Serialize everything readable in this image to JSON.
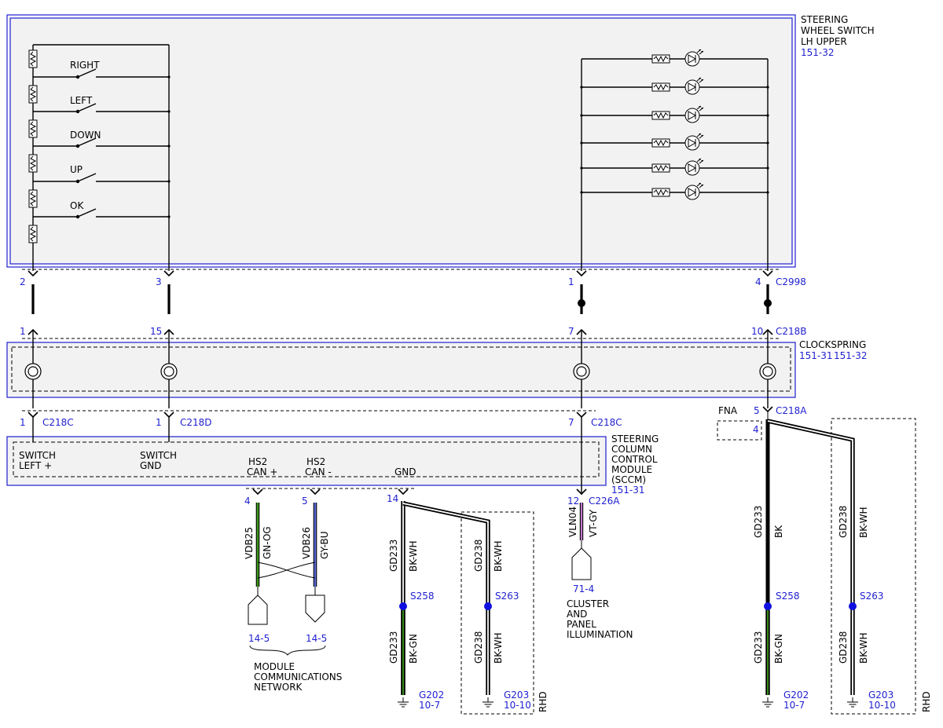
{
  "components": {
    "steering_wheel_switch": {
      "name_lines": [
        "STEERING",
        "WHEEL SWITCH",
        "LH UPPER"
      ],
      "ref": "151-32",
      "switches": [
        "RIGHT",
        "LEFT",
        "DOWN",
        "UP",
        "OK"
      ]
    },
    "clockspring": {
      "name": "CLOCKSPRING",
      "refs": [
        "151-31",
        "151-32"
      ]
    },
    "sccm": {
      "name_lines": [
        "STEERING",
        "COLUMN",
        "CONTROL",
        "MODULE",
        "(SCCM)"
      ],
      "ref": "151-31",
      "pins": [
        {
          "lines": [
            "SWITCH",
            "LEFT +"
          ]
        },
        {
          "lines": [
            "SWITCH",
            "GND"
          ]
        },
        {
          "lines": [
            "HS2",
            "CAN +"
          ]
        },
        {
          "lines": [
            "HS2",
            "CAN -"
          ]
        },
        {
          "lines": [
            "GND"
          ]
        }
      ]
    }
  },
  "connectors": {
    "c2998": "C2998",
    "c218b": "C218B",
    "c218c": "C218C",
    "c218d": "C218D",
    "c218a": "C218A",
    "c226a": "C226A",
    "fna": "FNA"
  },
  "pins": {
    "c2998": [
      "2",
      "3",
      "1",
      "4"
    ],
    "c218b": [
      "1",
      "15",
      "7",
      "10"
    ],
    "c218c_left": "1",
    "c218d": "1",
    "c218c_right": "7",
    "c218a": "5",
    "fna": "4",
    "can_plus": "4",
    "can_minus": "5",
    "gnd": "14",
    "c226a": "12"
  },
  "circuits": {
    "vdb25": {
      "id": "VDB25",
      "color": "GN-OG"
    },
    "vdb26": {
      "id": "VDB26",
      "color": "GY-BU"
    },
    "gd233_upper": {
      "id": "GD233",
      "color": "BK-WH"
    },
    "gd238_upper": {
      "id": "GD238",
      "color": "BK-WH"
    },
    "gd233_lower": {
      "id": "GD233",
      "color": "BK-GN"
    },
    "gd238_lower": {
      "id": "GD238",
      "color": "BK-WH"
    },
    "vln04": {
      "id": "VLN04",
      "color": "VT-GY"
    },
    "rhd_gd233_upper": {
      "id": "GD233",
      "color": "BK"
    },
    "rhd_gd238_upper": {
      "id": "GD238",
      "color": "BK-WH"
    },
    "rhd_gd233_lower": {
      "id": "GD233",
      "color": "BK-GN"
    },
    "rhd_gd238_lower": {
      "id": "GD238",
      "color": "BK-WH"
    }
  },
  "splices": {
    "s258": "S258",
    "s263": "S263"
  },
  "grounds": {
    "g202": {
      "id": "G202",
      "ref": "10-7"
    },
    "g203": {
      "id": "G203",
      "ref": "10-10"
    }
  },
  "references": {
    "module_comm": {
      "ref_left": "14-5",
      "ref_right": "14-5",
      "lines": [
        "MODULE",
        "COMMUNICATIONS",
        "NETWORK"
      ]
    },
    "cluster": {
      "ref": "71-4",
      "lines": [
        "CLUSTER",
        "AND",
        "PANEL",
        "ILLUMINATION"
      ]
    }
  },
  "rhd_label": "RHD",
  "colors": {
    "outline_blue": "#1f1fd0",
    "pin_blue": "#1f1fd0",
    "splice_blue": "#1010e0",
    "box_fill": "#f2f2f2",
    "wire_green": "#3a9a1a",
    "wire_blue": "#5a6ad8",
    "wire_violet": "#c07ac8"
  }
}
